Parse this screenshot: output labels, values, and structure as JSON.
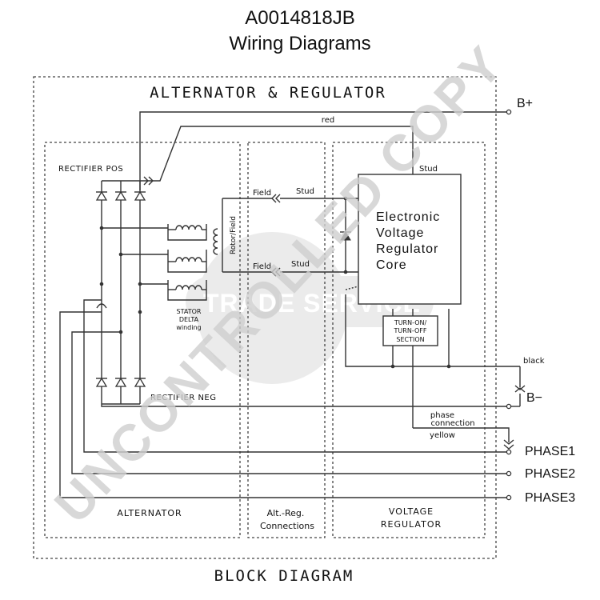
{
  "header": {
    "part_number": "A0014818JB",
    "subtitle": "Wiring Diagrams"
  },
  "labels": {
    "alt_reg_title": "ALTERNATOR & REGULATOR",
    "rectifier_pos": "RECTIFIER POS",
    "rectifier_neg": "RECTIFIER NEG",
    "stator_line1": "STATOR",
    "stator_line2": "DELTA",
    "stator_line3": "winding",
    "rotor_field": "Rotor/Field",
    "field_top": "Field",
    "stud_top": "Stud",
    "field_bottom": "Field",
    "stud_bottom": "Stud",
    "stud_reg": "Stud",
    "red": "red",
    "black": "black",
    "yellow": "yellow",
    "phase_connection_1": "phase",
    "phase_connection_2": "connection",
    "evr_line1": "Electronic",
    "evr_line2": "Voltage",
    "evr_line3": "Regulator",
    "evr_line4": "Core",
    "turn_line1": "TURN-ON/",
    "turn_line2": "TURN-OFF",
    "turn_line3": "SECTION",
    "section_alternator": "ALTERNATOR",
    "section_connections_1": "Alt.-Reg.",
    "section_connections_2": "Connections",
    "section_voltage_1": "VOLTAGE",
    "section_voltage_2": "REGULATOR",
    "block_diagram": "BLOCK DIAGRAM"
  },
  "terminals": {
    "b_plus": "B+",
    "b_minus": "B−",
    "phase1": "PHASE1",
    "phase2": "PHASE2",
    "phase3": "PHASE3"
  },
  "watermark": {
    "main": "UNCONTROLLED COPY",
    "badge": "TRADE SERVICE",
    "color": "#cfcfcf"
  }
}
